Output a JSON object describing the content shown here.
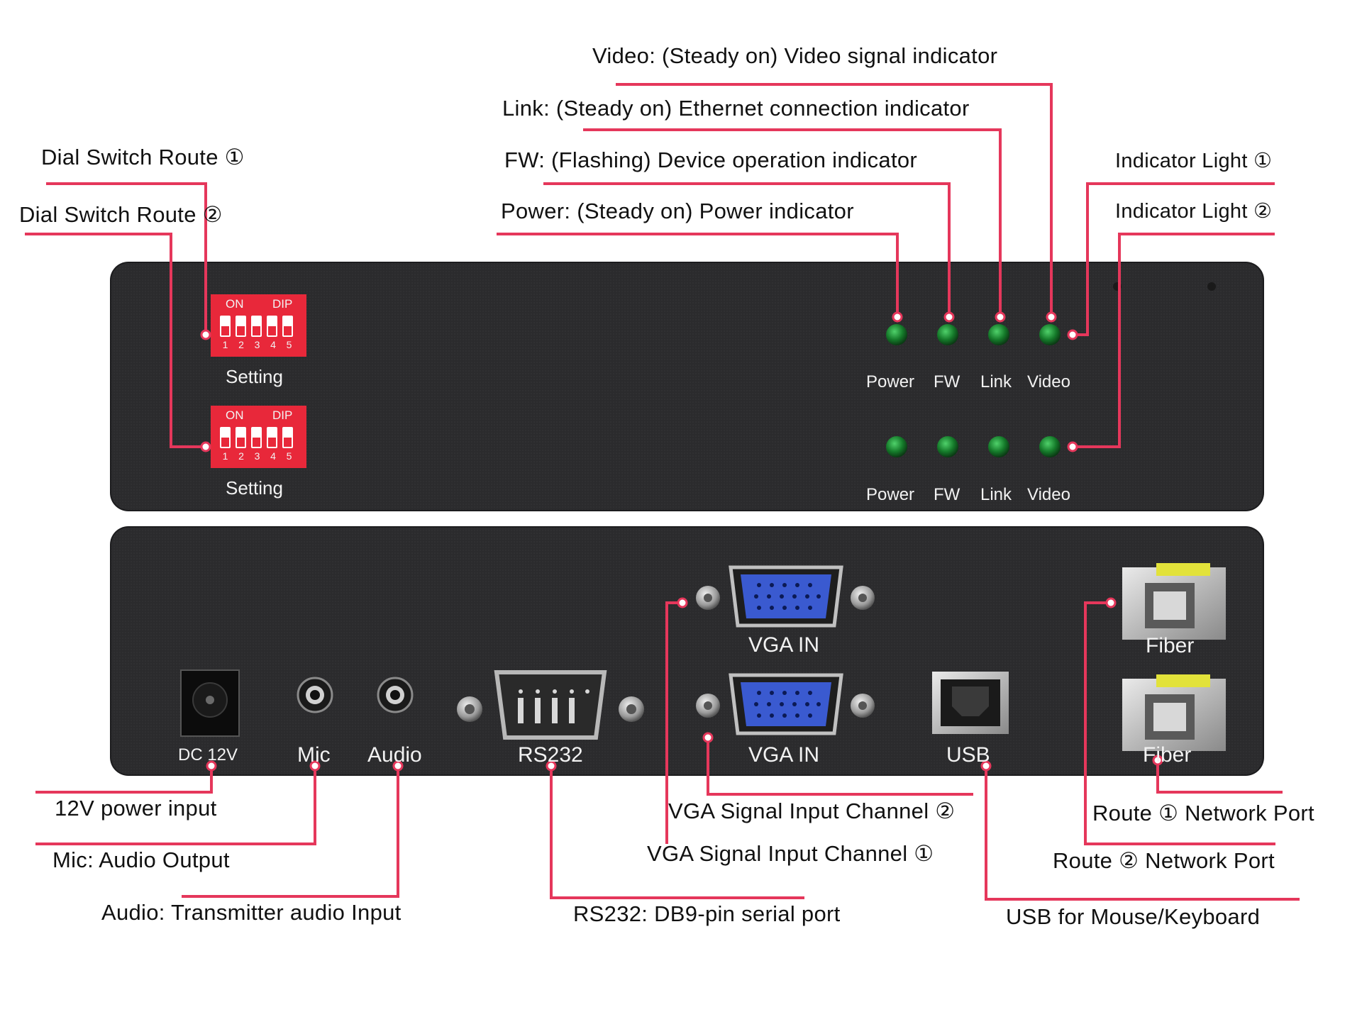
{
  "callouts": {
    "video_indicator": "Video: (Steady on) Video signal indicator",
    "link_indicator": "Link: (Steady on) Ethernet connection indicator",
    "fw_indicator": "FW: (Flashing) Device operation indicator",
    "power_indicator": "Power: (Steady on) Power indicator",
    "dial_switch_1": "Dial Switch Route ①",
    "dial_switch_2": "Dial Switch Route ②",
    "indicator_light_1": "Indicator Light ①",
    "indicator_light_2": "Indicator Light ②",
    "power_input": "12V power input",
    "mic_output": "Mic: Audio Output",
    "audio_input": "Audio: Transmitter audio Input",
    "rs232_port": "RS232: DB9-pin serial port",
    "vga_channel_2": "VGA Signal Input Channel ②",
    "vga_channel_1": "VGA Signal Input Channel ①",
    "route_1_network": "Route ① Network Port",
    "route_2_network": "Route ② Network Port",
    "usb_mouse_keyboard": "USB for Mouse/Keyboard"
  },
  "front_panel": {
    "dip": {
      "on": "ON",
      "dip": "DIP",
      "numbers": [
        "1",
        "2",
        "3",
        "4",
        "5"
      ]
    },
    "setting_label": "Setting",
    "led_labels": [
      "Power",
      "FW",
      "Link",
      "Video"
    ]
  },
  "rear_panel": {
    "dc": "DC 12V",
    "mic": "Mic",
    "audio": "Audio",
    "rs232": "RS232",
    "vga_in": "VGA IN",
    "usb": "USB",
    "fiber": "Fiber"
  },
  "colors": {
    "callout_line": "#e5375b",
    "panel": "#2b2b2d",
    "dip_switch": "#e8283a",
    "led": "#1a7a2a",
    "vga_port": "#3a5ad0",
    "sfp_tab": "#e2e23a"
  }
}
